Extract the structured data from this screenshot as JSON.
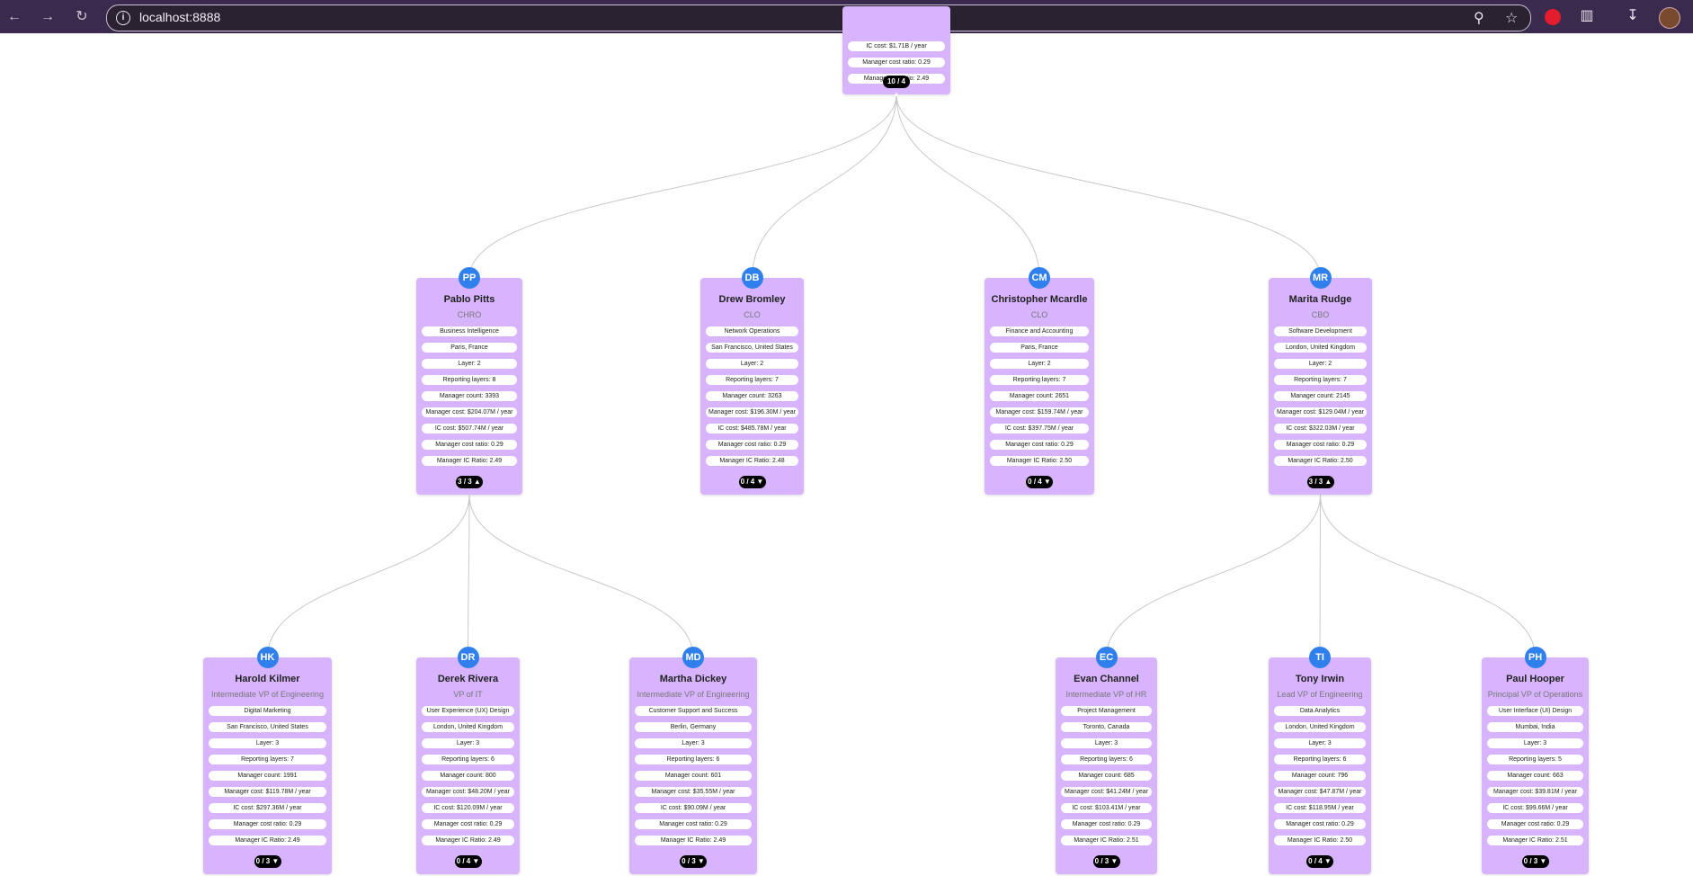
{
  "browser": {
    "url": "localhost:8888",
    "back_icon": "arrow-left",
    "forward_icon": "arrow-right",
    "reload_icon": "reload",
    "info_icon": "info-circle",
    "zoom_icon": "magnifier",
    "star_icon": "star",
    "extensions_icon": "puzzle",
    "download_icon": "download",
    "accent": "#3a2a4d"
  },
  "root": {
    "pills": [
      "IC cost: $1.71B / year",
      "Manager cost ratio: 0.29",
      "Manager IC Ratio: 2.49"
    ],
    "toggle": "10 / 4 ▲"
  },
  "level2": [
    {
      "initials": "PP",
      "name": "Pablo Pitts",
      "title": "CHRO",
      "pills": [
        "Business Intelligence",
        "Paris, France",
        "Layer: 2",
        "Reporting layers: 8",
        "Manager count: 3393",
        "Manager cost: $204.07M / year",
        "IC cost: $507.74M / year",
        "Manager cost ratio: 0.29",
        "Manager IC Ratio: 2.49"
      ],
      "toggle": "3 / 3 ▲"
    },
    {
      "initials": "DB",
      "name": "Drew Bromley",
      "title": "CLO",
      "pills": [
        "Network Operations",
        "San Francisco, United States",
        "Layer: 2",
        "Reporting layers: 7",
        "Manager count: 3263",
        "Manager cost: $196.30M / year",
        "IC cost: $485.78M / year",
        "Manager cost ratio: 0.29",
        "Manager IC Ratio: 2.48"
      ],
      "toggle": "0 / 4 ▼"
    },
    {
      "initials": "CM",
      "name": "Christopher Mcardle",
      "title": "CLO",
      "pills": [
        "Finance and Accounting",
        "Paris, France",
        "Layer: 2",
        "Reporting layers: 7",
        "Manager count: 2651",
        "Manager cost: $159.74M / year",
        "IC cost: $397.75M / year",
        "Manager cost ratio: 0.29",
        "Manager IC Ratio: 2.50"
      ],
      "toggle": "0 / 4 ▼"
    },
    {
      "initials": "MR",
      "name": "Marita Rudge",
      "title": "CBO",
      "pills": [
        "Software Development",
        "London, United Kingdom",
        "Layer: 2",
        "Reporting layers: 7",
        "Manager count: 2145",
        "Manager cost: $129.04M / year",
        "IC cost: $322.03M / year",
        "Manager cost ratio: 0.29",
        "Manager IC Ratio: 2.50"
      ],
      "toggle": "3 / 3 ▲"
    }
  ],
  "level3": [
    {
      "initials": "HK",
      "name": "Harold Kilmer",
      "title": "Intermediate VP of Engineering",
      "pills": [
        "Digital Marketing",
        "San Francisco, United States",
        "Layer: 3",
        "Reporting layers: 7",
        "Manager count: 1991",
        "Manager cost: $119.78M / year",
        "IC cost: $297.36M / year",
        "Manager cost ratio: 0.29",
        "Manager IC Ratio: 2.49"
      ],
      "toggle": "0 / 3 ▼"
    },
    {
      "initials": "DR",
      "name": "Derek Rivera",
      "title": "VP of IT",
      "pills": [
        "User Experience (UX) Design",
        "London, United Kingdom",
        "Layer: 3",
        "Reporting layers: 6",
        "Manager count: 800",
        "Manager cost: $48.20M / year",
        "IC cost: $120.09M / year",
        "Manager cost ratio: 0.29",
        "Manager IC Ratio: 2.49"
      ],
      "toggle": "0 / 4 ▼"
    },
    {
      "initials": "MD",
      "name": "Martha Dickey",
      "title": "Intermediate VP of Engineering",
      "pills": [
        "Customer Support and Success",
        "Berlin, Germany",
        "Layer: 3",
        "Reporting layers: 6",
        "Manager count: 601",
        "Manager cost: $35.55M / year",
        "IC cost: $90.09M / year",
        "Manager cost ratio: 0.29",
        "Manager IC Ratio: 2.49"
      ],
      "toggle": "0 / 3 ▼"
    },
    {
      "initials": "EC",
      "name": "Evan Channel",
      "title": "Intermediate VP of HR",
      "pills": [
        "Project Management",
        "Toronto, Canada",
        "Layer: 3",
        "Reporting layers: 6",
        "Manager count: 685",
        "Manager cost: $41.24M / year",
        "IC cost: $103.41M / year",
        "Manager cost ratio: 0.29",
        "Manager IC Ratio: 2.51"
      ],
      "toggle": "0 / 3 ▼"
    },
    {
      "initials": "TI",
      "name": "Tony Irwin",
      "title": "Lead VP of Engineering",
      "pills": [
        "Data Analytics",
        "London, United Kingdom",
        "Layer: 3",
        "Reporting layers: 6",
        "Manager count: 796",
        "Manager cost: $47.87M / year",
        "IC cost: $118.95M / year",
        "Manager cost ratio: 0.29",
        "Manager IC Ratio: 2.50"
      ],
      "toggle": "0 / 4 ▼"
    },
    {
      "initials": "PH",
      "name": "Paul Hooper",
      "title": "Principal VP of Operations",
      "pills": [
        "User Interface (UI) Design",
        "Mumbai, India",
        "Layer: 3",
        "Reporting layers: 5",
        "Manager count: 663",
        "Manager cost: $39.81M / year",
        "IC cost: $99.66M / year",
        "Manager cost ratio: 0.29",
        "Manager IC Ratio: 2.51"
      ],
      "toggle": "0 / 3 ▼"
    }
  ]
}
